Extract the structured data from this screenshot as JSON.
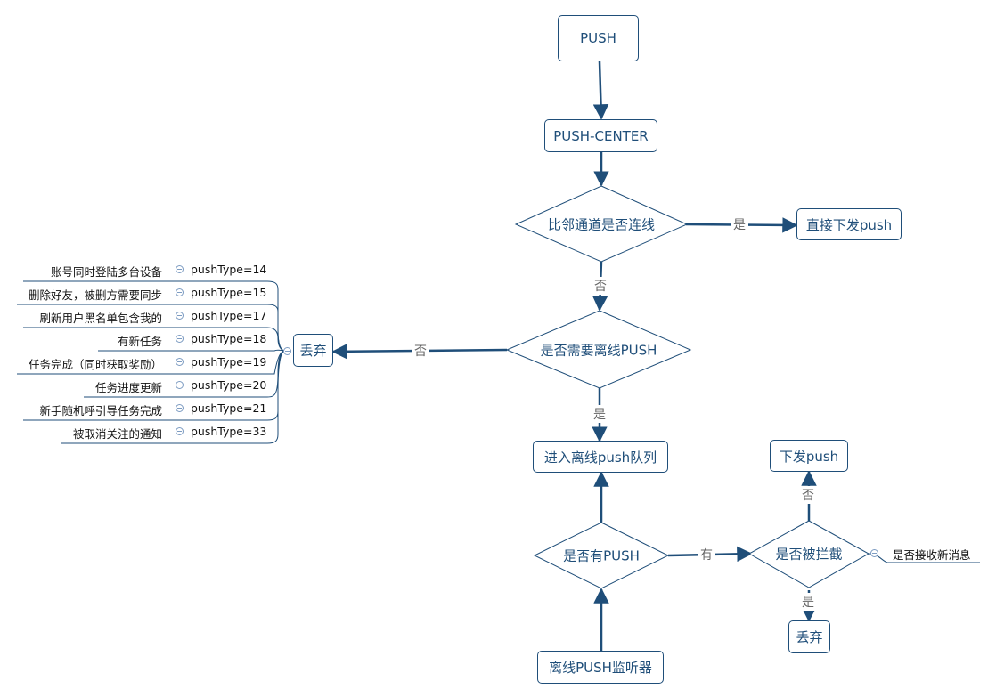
{
  "nodes": {
    "push": "PUSH",
    "push_center": "PUSH-CENTER",
    "adjacent_check": "比邻通道是否连线",
    "direct_push": "直接下发push",
    "offline_check": "是否需要离线PUSH",
    "discard_left": "丢弃",
    "offline_queue": "进入离线push队列",
    "has_push": "是否有PUSH",
    "intercepted": "是否被拦截",
    "send_push": "下发push",
    "discard_bottom": "丢弃",
    "listener": "离线PUSH监听器"
  },
  "edges": {
    "adjacent_yes": "是",
    "adjacent_no": "否",
    "offline_no": "否",
    "offline_yes": "是",
    "has_push_yes": "有",
    "intercept_no": "否",
    "intercept_yes": "是"
  },
  "discard_reasons": [
    {
      "label": "账号同时登陆多台设备",
      "type": "pushType=14"
    },
    {
      "label": "删除好友，被删方需要同步",
      "type": "pushType=15"
    },
    {
      "label": "刷新用户黑名单包含我的",
      "type": "pushType=17"
    },
    {
      "label": "有新任务",
      "type": "pushType=18"
    },
    {
      "label": "任务完成（同时获取奖励）",
      "type": "pushType=19"
    },
    {
      "label": "任务进度更新",
      "type": "pushType=20"
    },
    {
      "label": "新手随机呼引导任务完成",
      "type": "pushType=21"
    },
    {
      "label": "被取消关注的通知",
      "type": "pushType=33"
    }
  ],
  "intercept_note": "是否接收新消息",
  "colors": {
    "primary": "#1f4e79",
    "edge_label": "#666666"
  }
}
